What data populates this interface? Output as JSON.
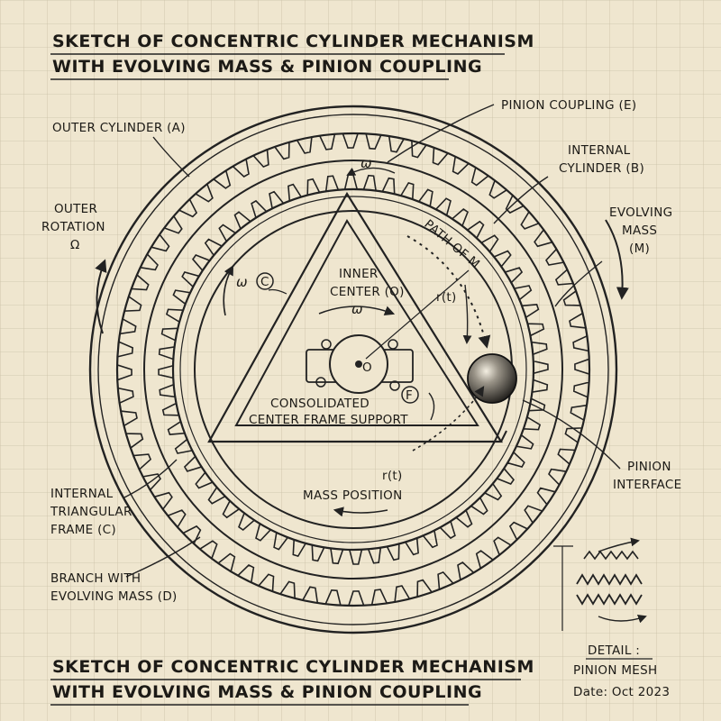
{
  "title": {
    "line1": "SKETCH OF CONCENTRIC CYLINDER MECHANISM",
    "line2": "WITH EVOLVING MASS & PINION COUPLING"
  },
  "labels": {
    "outer_cylinder": "OUTER CYLINDER (A)",
    "pinion_coupling": "PINION COUPLING (E)",
    "internal_cylinder_1": "INTERNAL",
    "internal_cylinder_2": "CYLINDER (B)",
    "outer_rotation_1": "OUTER",
    "outer_rotation_2": "ROTATION",
    "outer_rotation_3": "Ω",
    "evolving_mass_1": "EVOLVING",
    "evolving_mass_2": "MASS",
    "evolving_mass_3": "(M)",
    "path_of_m": "PATH OF M",
    "omega_c": "ω",
    "c_marker": "C",
    "inner_center_1": "INNER",
    "inner_center_2": "CENTER (O)",
    "omega_inner": "ω",
    "rt_upper": "r(t)",
    "o_marker": "O",
    "f_marker": "F",
    "consolidated_1": "CONSOLIDATED",
    "consolidated_2": "CENTER FRAME SUPPORT",
    "rt_lower": "r(t)",
    "mass_position": "MASS POSITION",
    "pinion_interface_1": "PINION",
    "pinion_interface_2": "INTERFACE",
    "triangular_frame_1": "INTERNAL",
    "triangular_frame_2": "TRIANGULAR",
    "triangular_frame_3": "FRAME (C)",
    "branch_1": "BRANCH WITH",
    "branch_2": "EVOLVING MASS (D)",
    "detail_1": "DETAIL :",
    "detail_2": "PINION MESH",
    "date": "Date: Oct 2023"
  },
  "colors": {
    "paper": "#efe6cf",
    "grid": "#c9bfa6",
    "ink": "#1c1a16"
  }
}
